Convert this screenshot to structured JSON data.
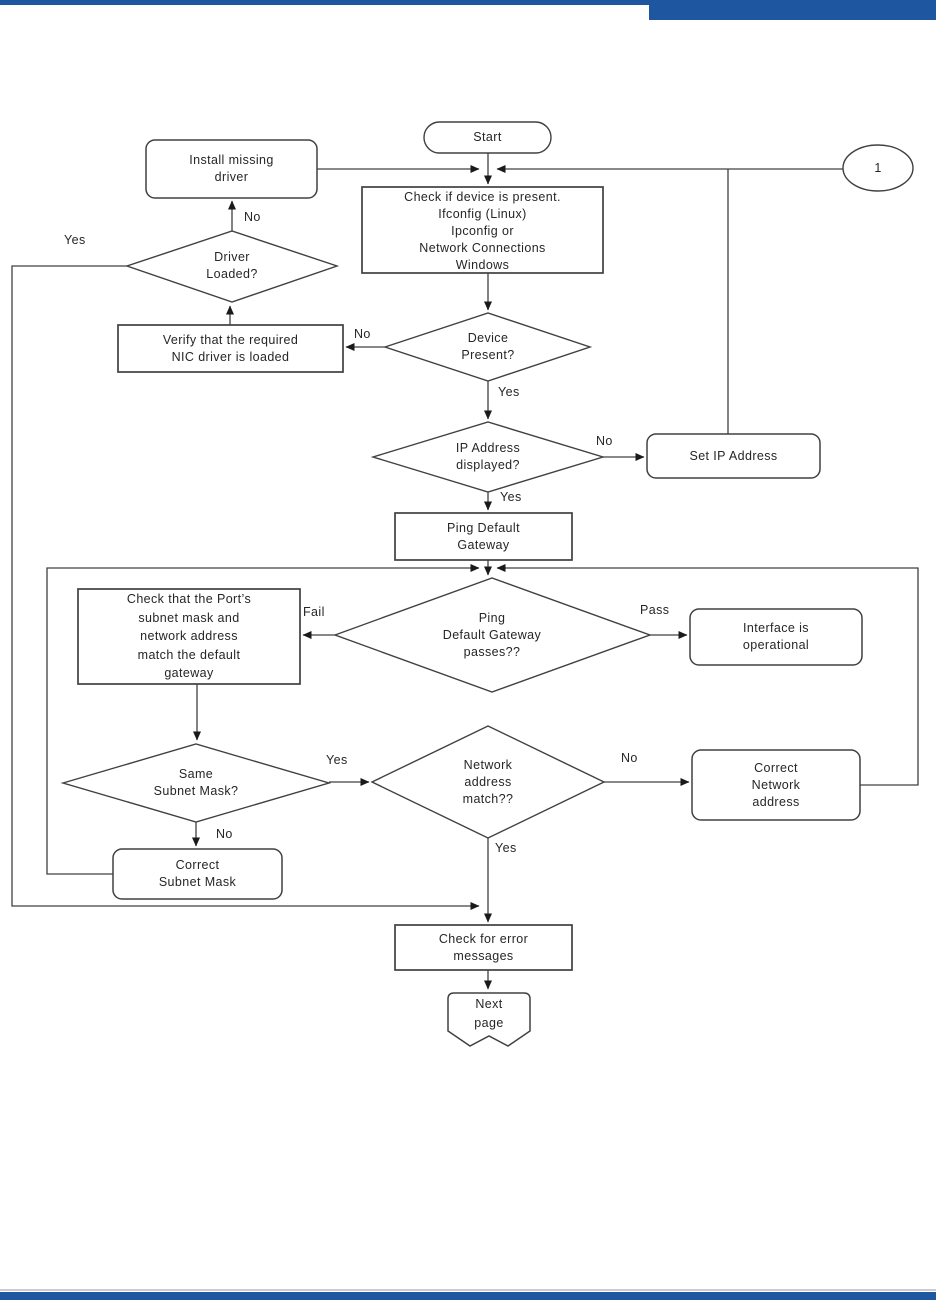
{
  "theme": {
    "accent_blue": "#1f56a0",
    "line_color": "#404040",
    "text_color": "#262626",
    "shape_fill": "#ffffff"
  },
  "nodes": {
    "start": {
      "type": "terminator",
      "label": "Start"
    },
    "connector_1": {
      "type": "off_page_connector",
      "label": "1"
    },
    "check_device": {
      "type": "process",
      "lines": [
        "Check if device is present.",
        "Ifconfig (Linux)",
        "Ipconfig or",
        "Network Connections",
        "Windows"
      ]
    },
    "install_driver": {
      "type": "alternate_process",
      "lines": [
        "Install missing",
        "driver"
      ]
    },
    "driver_loaded": {
      "type": "decision",
      "lines": [
        "Driver",
        "Loaded?"
      ]
    },
    "verify_nic": {
      "type": "process",
      "lines": [
        "Verify that the required",
        "NIC driver is loaded"
      ]
    },
    "device_present": {
      "type": "decision",
      "lines": [
        "Device",
        "Present?"
      ]
    },
    "ip_displayed": {
      "type": "decision",
      "lines": [
        "IP Address",
        "displayed?"
      ]
    },
    "set_ip": {
      "type": "alternate_process",
      "lines": [
        "Set IP Address"
      ]
    },
    "ping_gateway": {
      "type": "process",
      "lines": [
        "Ping Default",
        "Gateway"
      ]
    },
    "ping_passes": {
      "type": "decision",
      "lines": [
        "Ping",
        "Default Gateway",
        "passes??"
      ]
    },
    "check_port": {
      "type": "process",
      "lines": [
        "Check that the Port’s",
        "subnet mask and",
        "network address",
        "match the default",
        "gateway"
      ]
    },
    "interface_operational": {
      "type": "alternate_process",
      "lines": [
        "Interface is",
        "operational"
      ]
    },
    "same_subnet": {
      "type": "decision",
      "lines": [
        "Same",
        "Subnet Mask?"
      ]
    },
    "network_match": {
      "type": "decision",
      "lines": [
        "Network",
        "address",
        "match??"
      ]
    },
    "correct_network": {
      "type": "alternate_process",
      "lines": [
        "Correct",
        "Network",
        "address"
      ]
    },
    "correct_subnet": {
      "type": "alternate_process",
      "lines": [
        "Correct",
        "Subnet Mask"
      ]
    },
    "check_errors": {
      "type": "process",
      "lines": [
        "Check for error",
        "messages"
      ]
    },
    "next_page": {
      "type": "off_page_reference",
      "lines": [
        "Next",
        "page"
      ]
    }
  },
  "edge_labels": {
    "driver_loaded_yes": "Yes",
    "driver_loaded_no": "No",
    "device_present_no": "No",
    "device_present_yes": "Yes",
    "ip_displayed_no": "No",
    "ip_displayed_yes": "Yes",
    "ping_fail": "Fail",
    "ping_pass": "Pass",
    "same_subnet_yes": "Yes",
    "same_subnet_no": "No",
    "network_match_no": "No",
    "network_match_yes": "Yes"
  }
}
